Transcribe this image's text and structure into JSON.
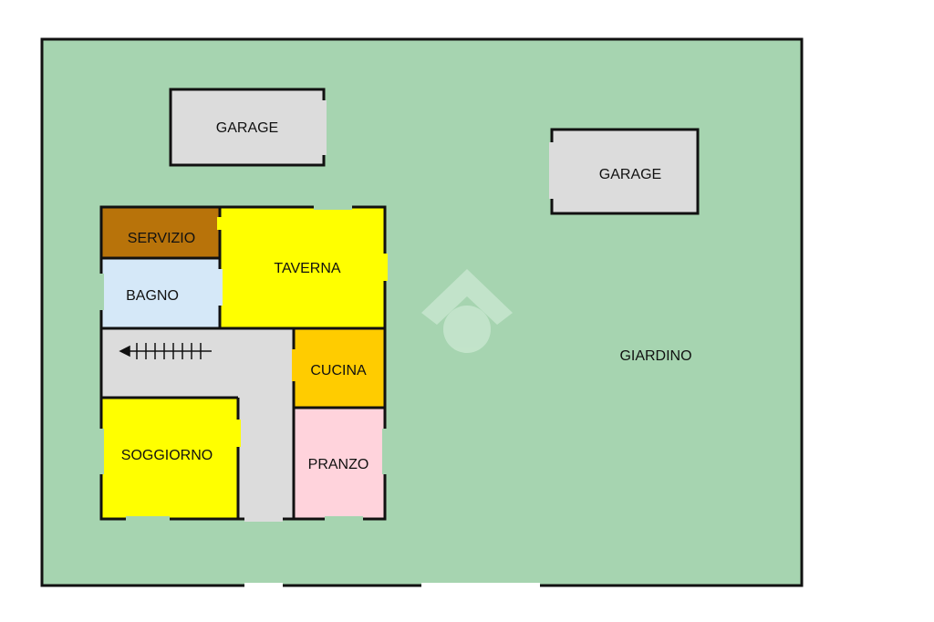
{
  "colors": {
    "garden": "#a6d4b0",
    "garage": "#dcdcdc",
    "servizio": "#b8730a",
    "bagno": "#d5e8f8",
    "taverna": "#ffff00",
    "cucina": "#ffcc00",
    "pranzo": "#ffd3dc",
    "soggiorno": "#ffff00",
    "corridor": "#dcdcdc",
    "watermark": "#c8e6cf"
  },
  "rooms": {
    "garage_left": "GARAGE",
    "garage_right": "GARAGE",
    "servizio": "SERVIZIO",
    "taverna": "TAVERNA",
    "bagno": "BAGNO",
    "cucina": "CUCINA",
    "soggiorno": "SOGGIORNO",
    "pranzo": "PRANZO",
    "giardino": "GIARDINO"
  },
  "icons": {
    "watermark": "house-logo-icon",
    "stairs": "stairs-arrow-icon"
  }
}
